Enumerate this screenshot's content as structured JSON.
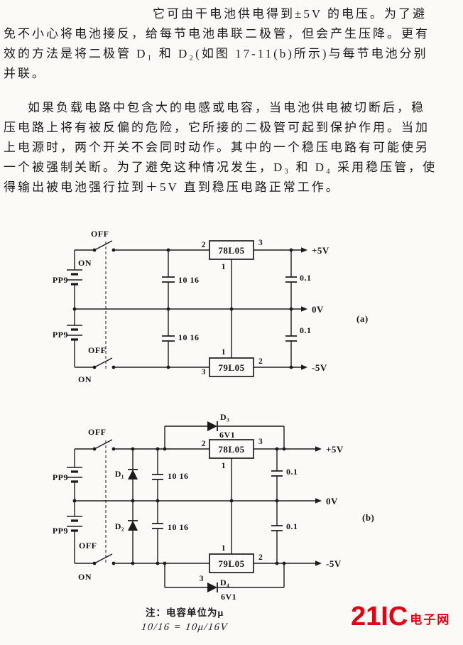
{
  "text_block": {
    "lines": [
      {
        "text": "它可由干电池供电得到±5V 的电压。为了避"
      },
      {
        "text": "免不小心将电池接反，给每节电池串联二极管，但会产生压降。更有"
      },
      {
        "text": "效的方法是将二极管 D₁ 和 D₂(如图 17-11(b)所示)与每节电池分别"
      },
      {
        "text": "并联。"
      },
      {
        "text": "如果负载电路中包含大的电感或电容，当电池供电被切断后，稳"
      },
      {
        "text": "压电路上将有被反偏的危险，它所接的二极管可起到保护作用。当加"
      },
      {
        "text": "上电源时，两个开关不会同时动作。其中的一个稳压电路有可能使另"
      },
      {
        "text": "一个被强制关断。为了避免这种情况发生，D₃ 和 D₄ 采用稳压管，使"
      },
      {
        "text": "得输出被电池强行拉到＋5V 直到稳压电路正常工作。"
      }
    ]
  },
  "circuit_a": {
    "caption": "(a)",
    "switch_top_off": "OFF",
    "switch_top_on": "ON",
    "switch_bottom_off": "OFF",
    "switch_bottom_on": "ON",
    "battery_top": "PP9",
    "battery_bottom": "PP9",
    "regulator_positive": "78L05",
    "regulator_negative": "79L05",
    "pin_pos_in": "2",
    "pin_pos_out": "3",
    "pin_pos_gnd": "1",
    "pin_neg_gnd": "1",
    "pin_neg_in": "3",
    "pin_neg_out": "2",
    "cap_input_top": "10 16",
    "cap_input_bottom": "10 16",
    "cap_output_top": "0.1",
    "cap_output_bottom": "0.1",
    "rail_positive": "+5V",
    "rail_zero": "0V",
    "rail_negative": "-5V"
  },
  "circuit_b": {
    "caption": "(b)",
    "switch_top_off": "OFF",
    "switch_bottom_off": "OFF",
    "switch_bottom_on": "ON",
    "battery_top": "PP9",
    "battery_bottom": "PP9",
    "diode_battery_top": "D₁",
    "diode_battery_bottom": "D₂",
    "zener_top": "D₃",
    "zener_top_value": "6V1",
    "zener_bottom": "D₄",
    "zener_bottom_value": "6V1",
    "regulator_positive": "78L05",
    "regulator_negative": "79L05",
    "pin_pos_in": "2",
    "pin_pos_out": "3",
    "pin_pos_gnd": "1",
    "pin_neg_gnd": "1",
    "pin_neg_in": "3",
    "pin_neg_out": "2",
    "cap_input_top": "10 16",
    "cap_input_bottom": "10 16",
    "cap_output_top": "0.1",
    "cap_output_bottom": "0.1",
    "rail_positive": "+5V",
    "rail_zero": "0V",
    "rail_negative": "-5V"
  },
  "note": {
    "title": "注：电容单位为μ",
    "formula": "10/16 = 10μ/16V"
  },
  "watermark": {
    "brand": "21IC",
    "suffix": "电子网",
    "color": "#e60012"
  }
}
